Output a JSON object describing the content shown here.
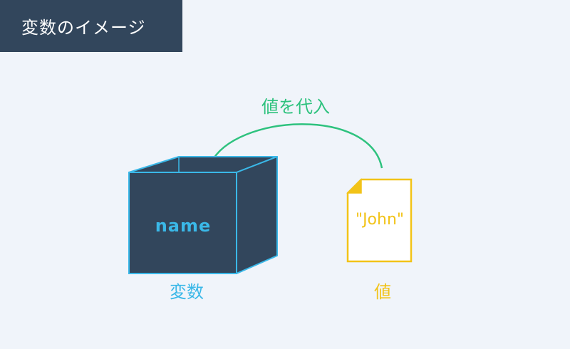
{
  "title": "変数のイメージ",
  "arrow_label": "値を代入",
  "variable": {
    "name": "name",
    "caption": "変数"
  },
  "value": {
    "content": "\"John\"",
    "caption": "値"
  },
  "colors": {
    "badge_bg": "#32465c",
    "box_fill": "#32465c",
    "box_stroke": "#3ab8e8",
    "variable_text": "#3ab8e8",
    "arrow": "#2ec27e",
    "value_accent": "#f2c318",
    "background": "#f0f4fa"
  }
}
